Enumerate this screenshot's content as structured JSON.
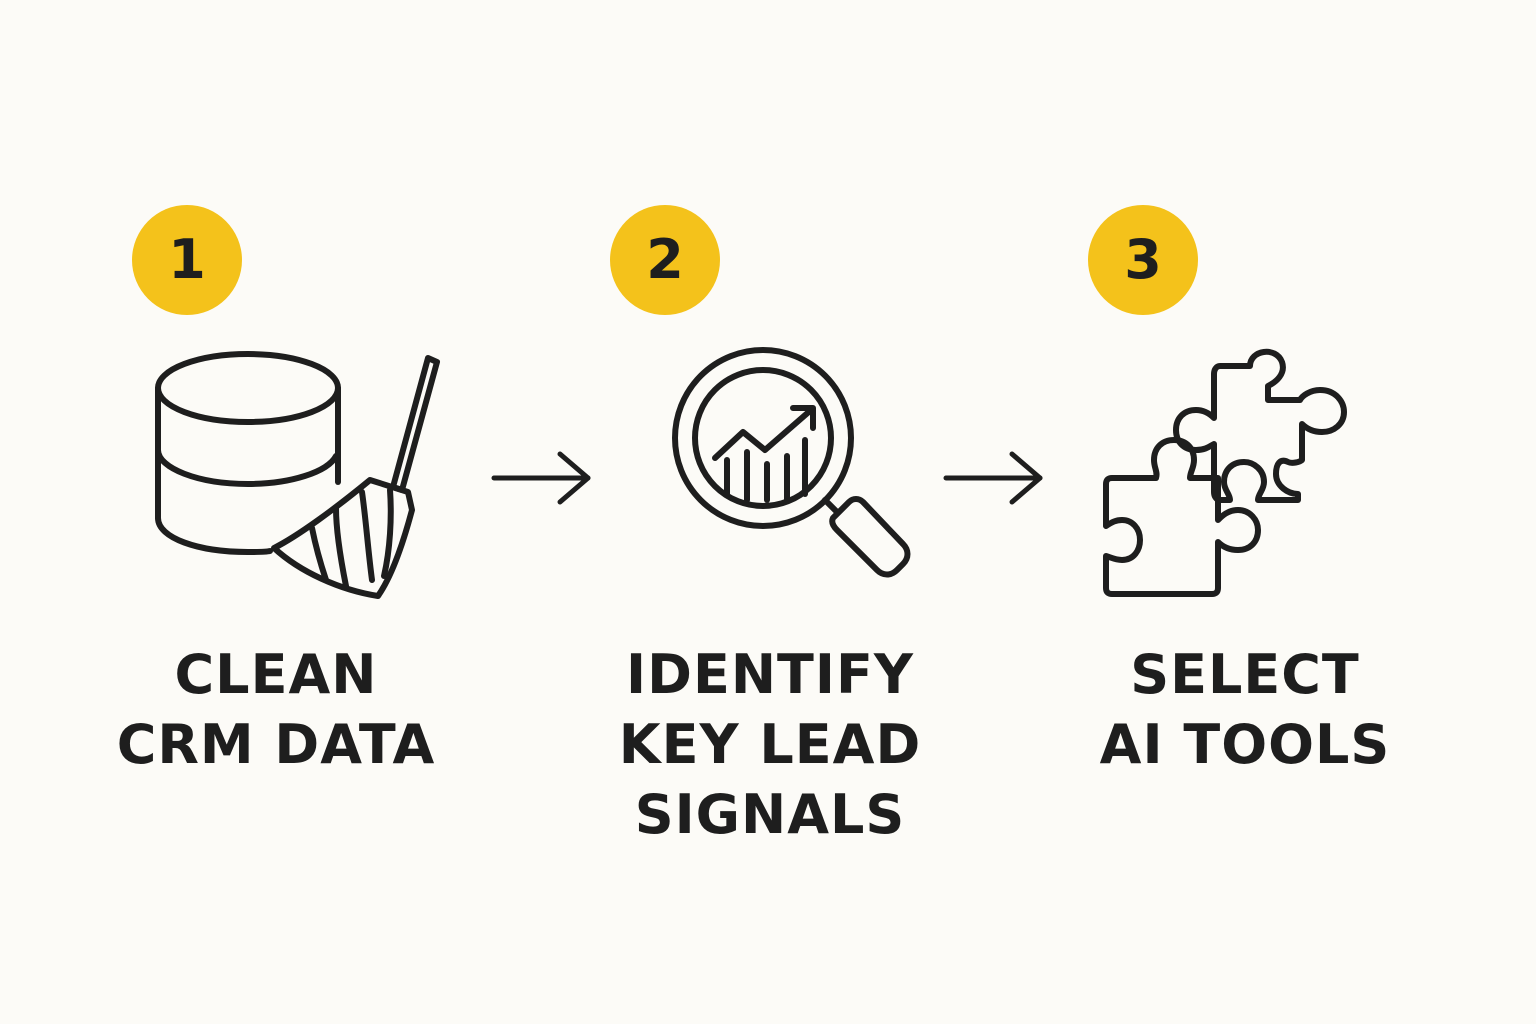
{
  "steps": [
    {
      "number": "1",
      "icon": "database-broom-icon",
      "label_lines": [
        "CLEAN",
        "CRM DATA"
      ]
    },
    {
      "number": "2",
      "icon": "magnifier-chart-icon",
      "label_lines": [
        "IDENTIFY",
        "KEY LEAD",
        "SIGNALS"
      ]
    },
    {
      "number": "3",
      "icon": "puzzle-pieces-icon",
      "label_lines": [
        "SELECT",
        "AI TOOLS"
      ]
    }
  ],
  "connectors": [
    "arrow-right-icon",
    "arrow-right-icon"
  ],
  "colors": {
    "background": "#fcfbf7",
    "accent": "#f4c21b",
    "ink": "#1e1e1e"
  }
}
